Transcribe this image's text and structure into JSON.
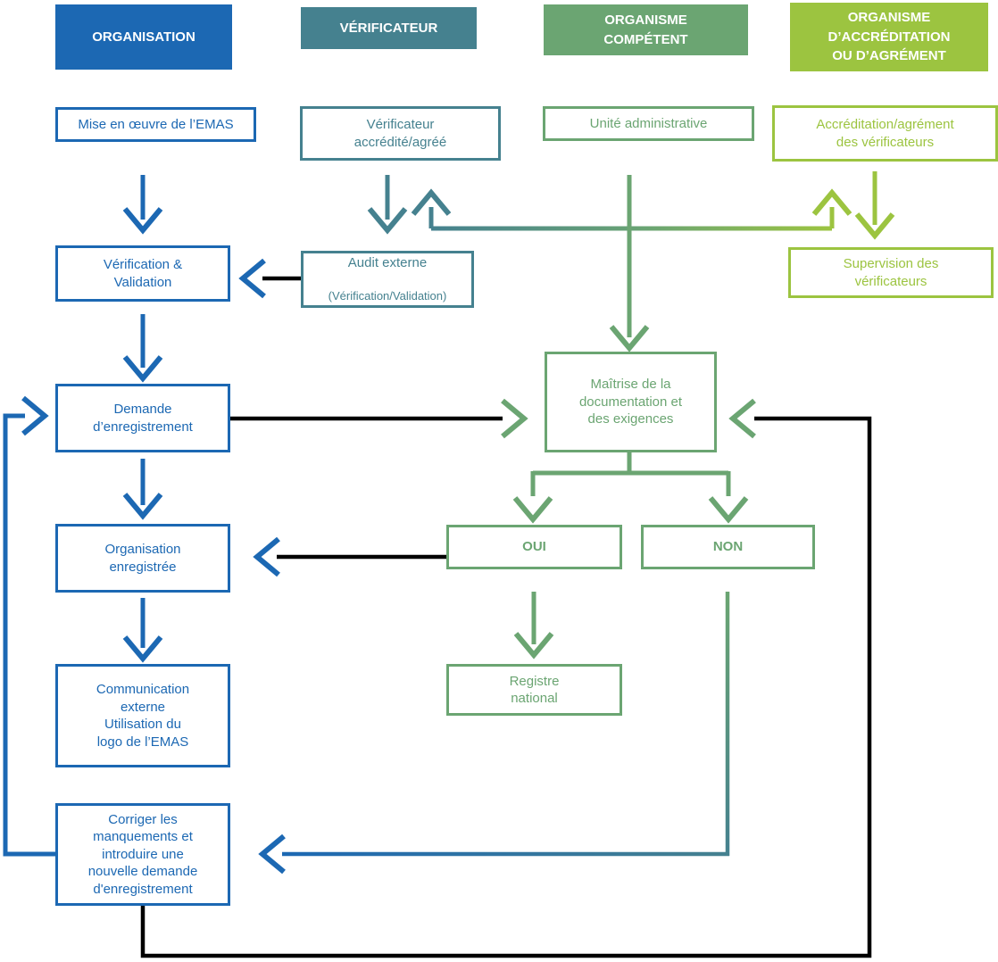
{
  "palette": {
    "blue": "#1c68b3",
    "teal": "#45818f",
    "green": "#6ba572",
    "light_green": "#9cc440",
    "line_black": "#000000"
  },
  "columns": {
    "organisation": {
      "header": "ORGANISATION"
    },
    "verificateur": {
      "header": "VÉRIFICATEUR"
    },
    "organisme_competent": {
      "header": "ORGANISME\nCOMPÉTENT"
    },
    "organisme_accreditation": {
      "header": "ORGANISME\nD’ACCRÉDITATION\nOU D’AGRÉMENT"
    }
  },
  "nodes": {
    "mise_en_oeuvre": {
      "label": "Mise en œuvre de l’EMAS"
    },
    "verificateur_accredite": {
      "label": "Vérificateur\naccrédité/agréé"
    },
    "unite_administrative": {
      "label": "Unité administrative"
    },
    "accreditation_agrement": {
      "label": "Accréditation/agrément\ndes vérificateurs"
    },
    "verification_validation": {
      "label": "Vérification &\nValidation"
    },
    "audit_externe": {
      "line1": "Audit externe",
      "line2": "(Vérification/Validation)"
    },
    "supervision": {
      "label": "Supervision des\nvérificateurs"
    },
    "maitrise": {
      "label": "Maîtrise de la\ndocumentation et\ndes exigences"
    },
    "demande": {
      "label": "Demande\nd’enregistrement"
    },
    "oui": {
      "label": "OUI"
    },
    "non": {
      "label": "NON"
    },
    "organisation_enregistree": {
      "label": "Organisation\nenregistrée"
    },
    "registre_national": {
      "label": "Registre\nnational"
    },
    "communication": {
      "label": "Communication\nexterne\nUtilisation du\nlogo de l’EMAS"
    },
    "corriger": {
      "label": "Corriger les\nmanquements et\nintroduire une\nnouvelle demande\nd'enregistrement"
    }
  }
}
